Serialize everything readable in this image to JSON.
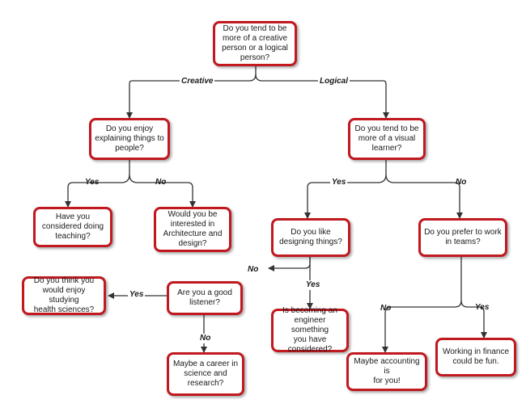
{
  "colors": {
    "node_border": "#c0191f",
    "connector": "#333333"
  },
  "nodes": {
    "root": "Do you tend to be\nmore of a creative\nperson or a logical\nperson?",
    "explain": "Do you enjoy\nexplaining things to\npeople?",
    "visual": "Do you tend to be\nmore of a visual\nlearner?",
    "teaching": "Have you\nconsidered doing\nteaching?",
    "architecture": "Would you be\ninterested in\nArchitecture and\ndesign?",
    "designing": "Do you like\ndesigning things?",
    "teams": "Do you prefer to work\nin teams?",
    "health": "Do you think you\nwould enjoy studying\nhealth sciences?",
    "listener": "Are you a good\nlistener?",
    "engineer": "Is becoming an\nengineer something\nyou have\nconsidered?",
    "science": "Maybe a career in\nscience and\nresearch?",
    "accounting": "Maybe accounting is\nfor you!",
    "finance": "Working in finance\ncould be fun."
  },
  "labels": {
    "creative": "Creative",
    "logical": "Logical",
    "explain_yes": "Yes",
    "explain_no": "No",
    "visual_yes": "Yes",
    "visual_no": "No",
    "designing_no": "No",
    "designing_yes": "Yes",
    "listener_yes": "Yes",
    "listener_no": "No",
    "teams_no": "No",
    "teams_yes": "Yes"
  }
}
